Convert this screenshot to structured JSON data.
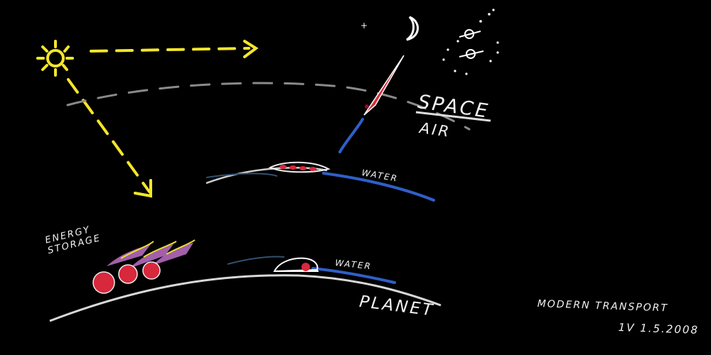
{
  "labels": {
    "space": "SPACE",
    "air": "AIR",
    "water_upper": "WATER",
    "water_lower": "WATER",
    "planet": "PLANET",
    "energy_line1": "ENERGY",
    "energy_line2": "STORAGE",
    "caption": "MODERN TRANSPORT",
    "signature": "1V 1.5.2008"
  },
  "colors": {
    "background": "#000000",
    "sun": "#f4e62a",
    "chalk": "#efefef",
    "water": "#2f5fc8",
    "vehicle_red": "#d8283c",
    "glow_purple": "#c070c8",
    "glow_yellow": "#e8e030"
  },
  "icons": {
    "sun": "sun-icon",
    "moon": "crescent-moon-icon",
    "planets": "ringed-planet-icon",
    "rocket": "rocket-icon",
    "car": "car-icon"
  }
}
